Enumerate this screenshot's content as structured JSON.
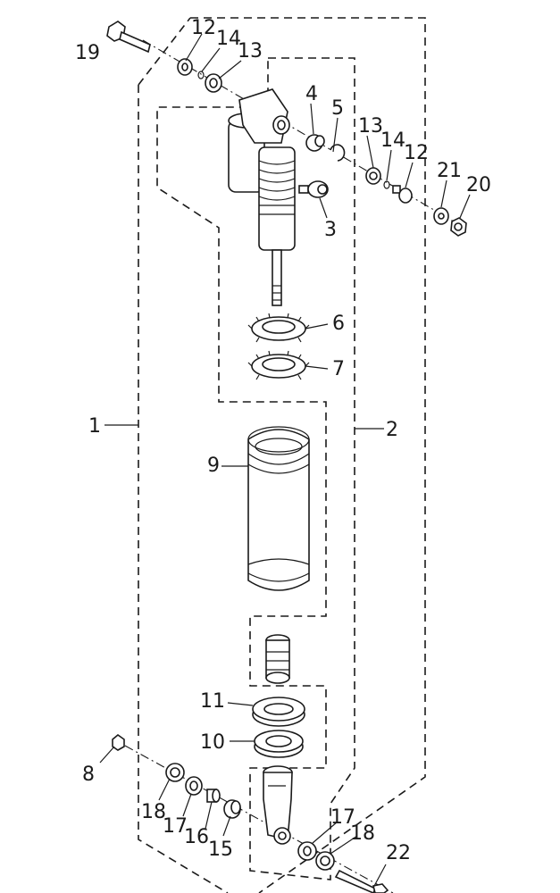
{
  "callouts": {
    "c1": "1",
    "c2": "2",
    "c3": "3",
    "c4": "4",
    "c5": "5",
    "c6": "6",
    "c7": "7",
    "c8": "8",
    "c9": "9",
    "c10": "10",
    "c11": "11",
    "c12a": "12",
    "c12b": "12",
    "c13a": "13",
    "c13b": "13",
    "c14a": "14",
    "c14b": "14",
    "c15": "15",
    "c16": "16",
    "c17a": "17",
    "c17b": "17",
    "c18a": "18",
    "c18b": "18",
    "c19": "19",
    "c20": "20",
    "c21": "21",
    "c22": "22"
  }
}
